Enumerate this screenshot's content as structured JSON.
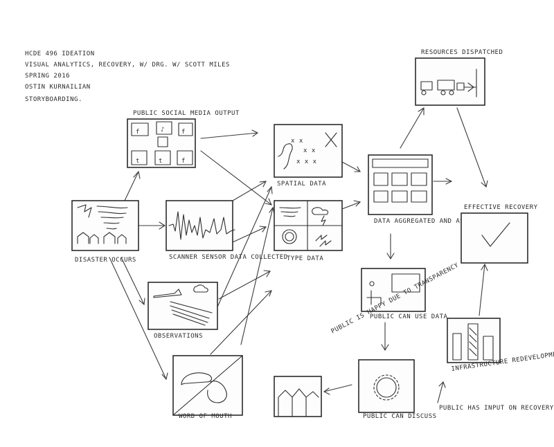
{
  "header": {
    "lines": [
      "HCDE 496 IDEATION",
      "VISUAL ANALYTICS, RECOVERY, W/ DRG. W/ SCOTT MILES",
      "SPRING 2016",
      "OSTIN KURNAILIAN",
      "STORYBOARDING."
    ]
  },
  "panels": {
    "social": "PUBLIC SOCIAL MEDIA OUTPUT",
    "disaster": "DISASTER OCCURS",
    "sensor": "SCANNER SENSOR DATA COLLECTED",
    "observation": "OBSERVATIONS",
    "spatial": "SPATIAL DATA",
    "type": "TYPE DATA",
    "aggregated": "DATA AGGREGATED AND ASSESSED",
    "resources": "RESOURCES DISPATCHED",
    "effective": "EFFECTIVE RECOVERY",
    "public_use": "PUBLIC CAN USE DATA",
    "infrastructure": "INFRASTRUCTURE REDEVELOPMENT",
    "public_input": "PUBLIC HAS INPUT ON RECOVERY",
    "public_happy": "PUBLIC IS HAPPY DUE TO TRANSPARENCY",
    "public_can": "PUBLIC CAN DISCUSS",
    "phone": "WORD OF MOUTH"
  }
}
